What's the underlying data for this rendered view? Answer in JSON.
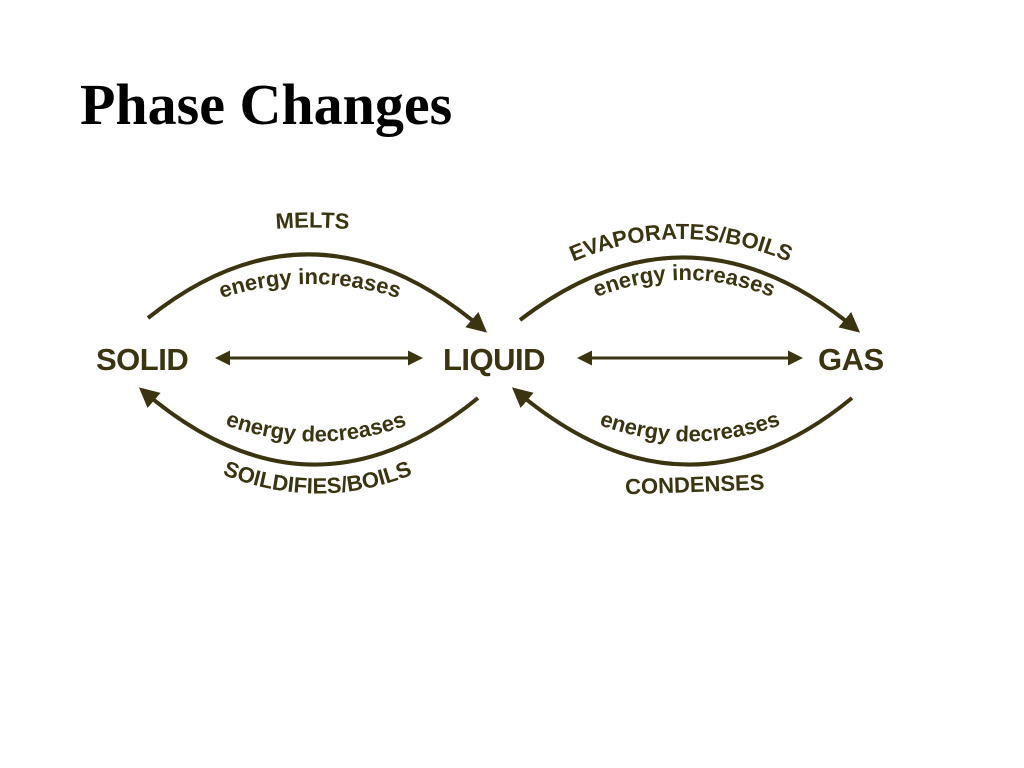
{
  "title": "Phase Changes",
  "colors": {
    "ink": "#3a3410",
    "title": "#000000",
    "background": "#ffffff"
  },
  "states": {
    "solid": "SOLID",
    "liquid": "LIQUID",
    "gas": "GAS"
  },
  "transitions": {
    "melts": {
      "process": "MELTS",
      "energy": "energy increases"
    },
    "evaporates": {
      "process": "EVAPORATES/BOILS",
      "energy": "energy increases"
    },
    "solidifies": {
      "process": "SOILDIFIES/BOILS",
      "energy": "energy decreases"
    },
    "condenses": {
      "process": "CONDENSES",
      "energy": "energy decreases"
    }
  }
}
